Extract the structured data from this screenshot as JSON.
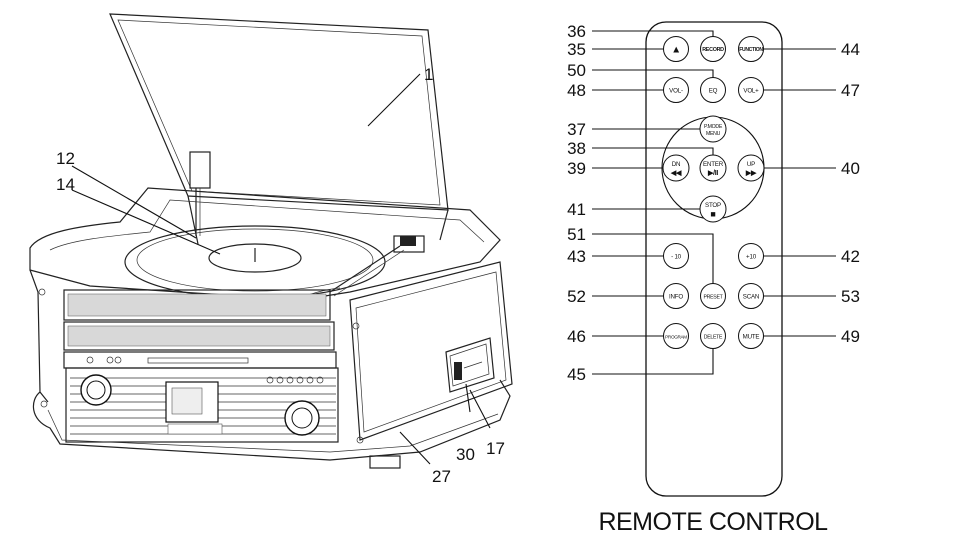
{
  "player_callouts": [
    {
      "id": "1",
      "label": "1"
    },
    {
      "id": "12",
      "label": "12"
    },
    {
      "id": "14",
      "label": "14"
    },
    {
      "id": "30",
      "label": "30"
    },
    {
      "id": "17",
      "label": "17"
    },
    {
      "id": "27",
      "label": "27"
    }
  ],
  "remote_callouts": [
    {
      "id": "36",
      "label": "36"
    },
    {
      "id": "35",
      "label": "35"
    },
    {
      "id": "50",
      "label": "50"
    },
    {
      "id": "48",
      "label": "48"
    },
    {
      "id": "37",
      "label": "37"
    },
    {
      "id": "38",
      "label": "38"
    },
    {
      "id": "39",
      "label": "39"
    },
    {
      "id": "41",
      "label": "41"
    },
    {
      "id": "51",
      "label": "51"
    },
    {
      "id": "43",
      "label": "43"
    },
    {
      "id": "52",
      "label": "52"
    },
    {
      "id": "46",
      "label": "46"
    },
    {
      "id": "45",
      "label": "45"
    },
    {
      "id": "44",
      "label": "44"
    },
    {
      "id": "47",
      "label": "47"
    },
    {
      "id": "40",
      "label": "40"
    },
    {
      "id": "42",
      "label": "42"
    },
    {
      "id": "53",
      "label": "53"
    },
    {
      "id": "49",
      "label": "49"
    }
  ],
  "remote_buttons": {
    "eject": "▲",
    "record": "RECORD",
    "function": "FUNCTION",
    "vol_minus": "VOL-",
    "eq": "EQ",
    "vol_plus": "VOL+",
    "pmode_line1": "P.MODE",
    "pmode_line2": "MENU",
    "dn_line1": "DN",
    "dn_line2": "◀◀",
    "enter_line1": "ENTER",
    "enter_line2": "▶/II",
    "up_line1": "UP",
    "up_line2": "▶▶",
    "stop_line1": "STOP",
    "stop_line2": "■",
    "minus10": "- 10",
    "plus10": "+10",
    "info": "INFO",
    "preset": "PRESET",
    "scan": "SCAN",
    "program": "PROGRAM",
    "delete": "DELETE",
    "mute": "MUTE"
  },
  "caption": "REMOTE CONTROL"
}
